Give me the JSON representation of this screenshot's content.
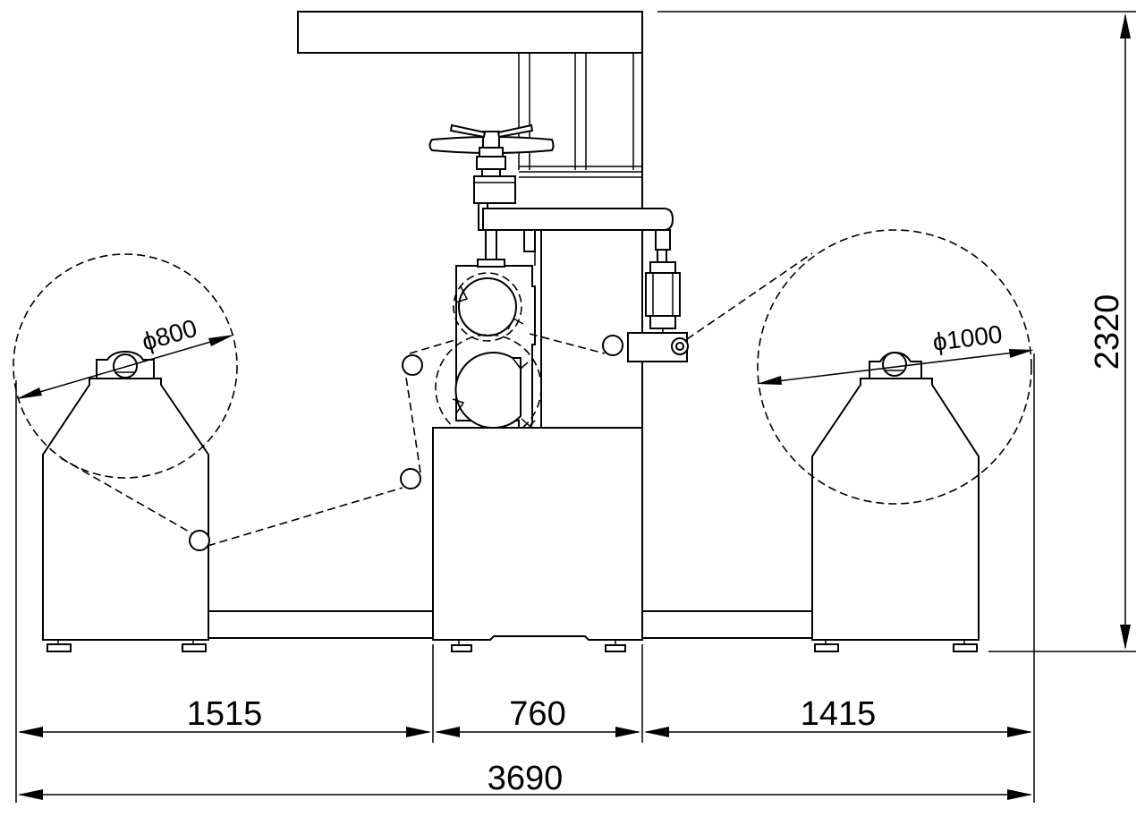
{
  "dimensions": {
    "left_section": "1515",
    "center_section": "760",
    "right_section": "1415",
    "overall_width": "3690",
    "overall_height": "2320"
  },
  "roll_diameters": {
    "unwind_roll": "ϕ800",
    "rewind_roll": "ϕ1000"
  }
}
